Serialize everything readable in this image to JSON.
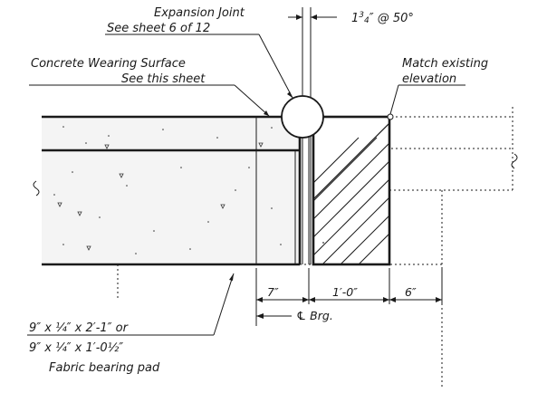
{
  "labels": {
    "expansion_joint": "Expansion Joint",
    "see_sheet": "See sheet 6 of 12",
    "wearing_surface": "Concrete Wearing Surface",
    "see_this_sheet": "See this sheet",
    "match_existing": "Match existing",
    "elevation": "elevation",
    "angle_whole": "1",
    "angle_sup": "3",
    "angle_sub": "4",
    "angle_rest": "″ @ 50°",
    "pad_line1": "9″ x ¼″ x 2′-1″ or",
    "pad_line2": "9″ x ¼″ x 1′-0½″",
    "pad_line3": "Fabric bearing pad",
    "brg": "℄ Brg."
  },
  "dimensions": {
    "d1": "7″",
    "d2": "1′-0″",
    "d3": "6″"
  }
}
